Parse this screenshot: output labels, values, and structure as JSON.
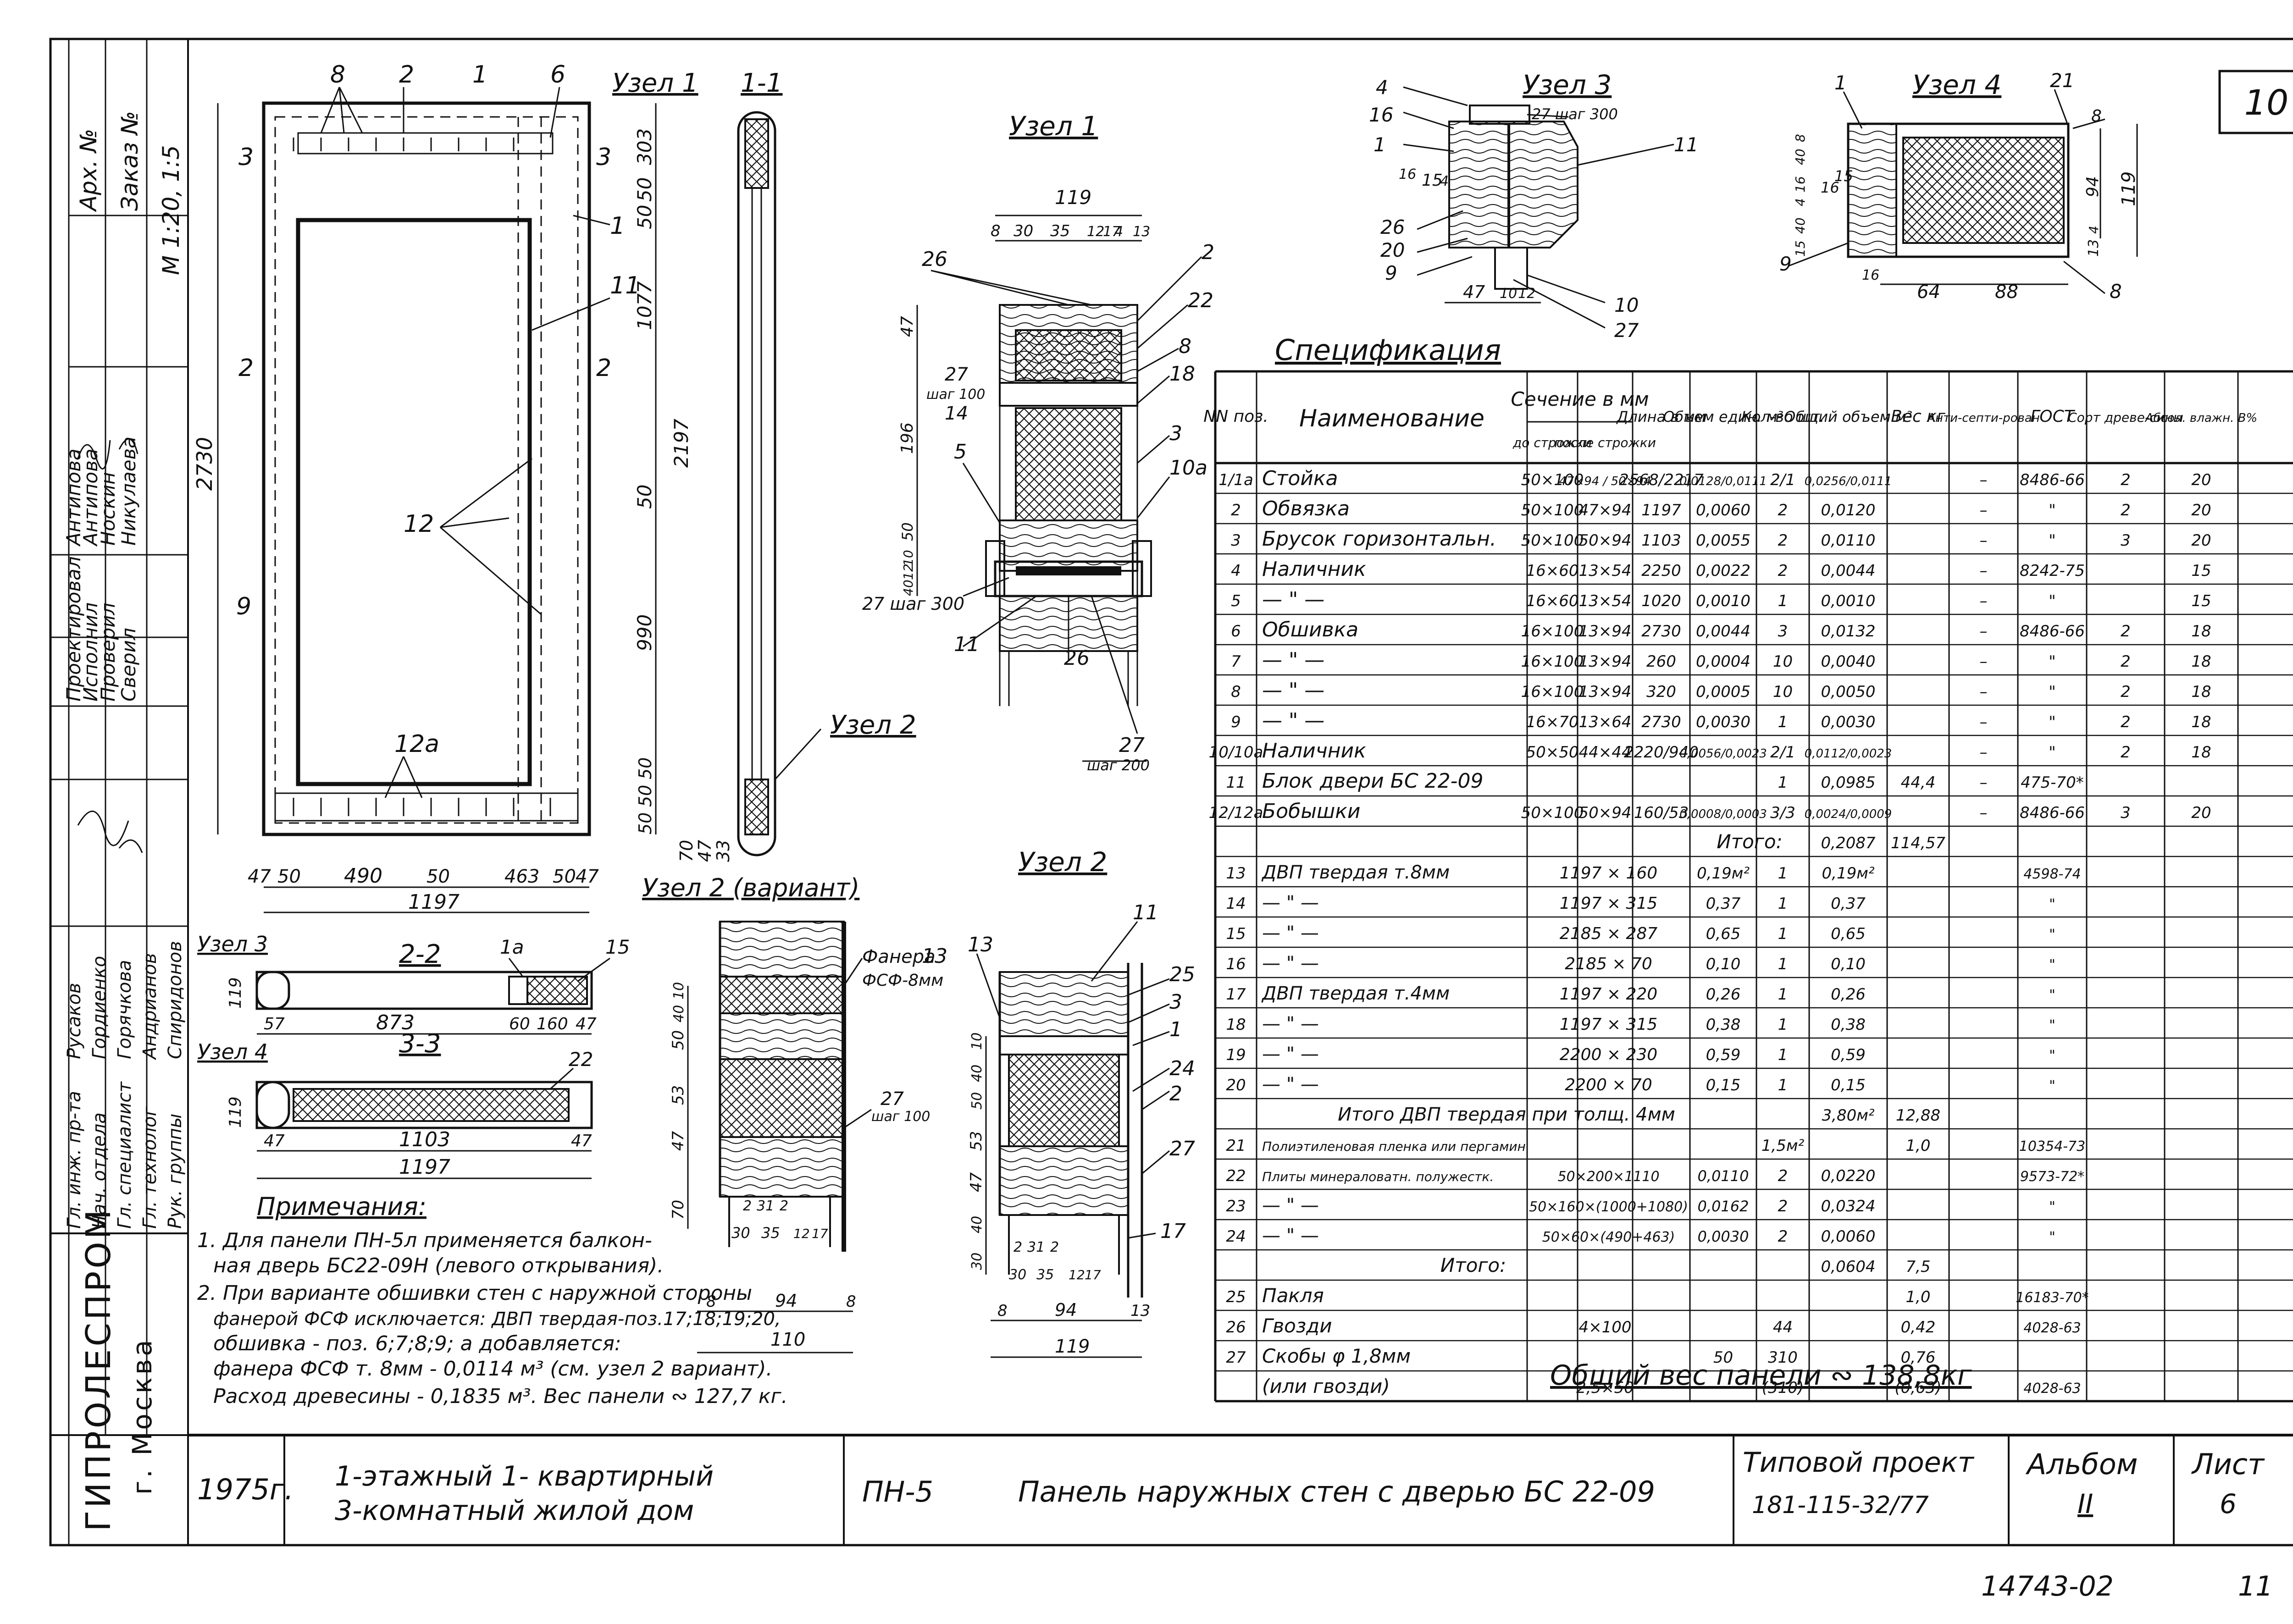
{
  "sheet": {
    "page_number": "10",
    "bottom_code": "14743-02",
    "bottom_page": "11"
  },
  "stamp": {
    "labels": [
      "Арх. №",
      "Заказ №",
      "М 1:20, 1:5"
    ],
    "roles": [
      "Проектировал",
      "Исполнил",
      "Проверил",
      "Сверил"
    ],
    "names": [
      "Антипова",
      "Антипова",
      "Носкин",
      "Никулаева"
    ],
    "staff_roles": [
      "Рук. группы",
      "Гл. технолог",
      "Гл. специалист",
      "Нач. отдела",
      "Гл. инж. пр-та"
    ],
    "staff_names": [
      "Спиридонов",
      "Андрианов",
      "Горячкова",
      "Гордиенко",
      "Русаков"
    ],
    "org": "ГИПРОЛЕСПРОМ",
    "city": "г. Москва"
  },
  "elevation": {
    "labels": [
      "8",
      "2",
      "1",
      "6",
      "3",
      "3",
      "2",
      "2",
      "1",
      "11",
      "12",
      "9",
      "12а"
    ],
    "vert_dims": [
      "2730",
      "303",
      "50",
      "50",
      "1077",
      "2197",
      "50",
      "990",
      "50",
      "50",
      "50",
      "70",
      "47",
      "33"
    ],
    "horiz_dims": [
      "47",
      "50",
      "490",
      "50",
      "463",
      "50",
      "47",
      "1197"
    ]
  },
  "section_titles": {
    "uzel1_small": "Узел 1",
    "section11": "1-1",
    "uzel2_small": "Узел 2",
    "uzel1": "Узел 1",
    "uzel2": "Узел 2",
    "uzel2_var": "Узел 2 (вариант)",
    "uzel3": "Узел 3",
    "uzel4": "Узел 4",
    "section22": "2-2",
    "section33": "3-3",
    "uzel3_ref": "Узел 3",
    "uzel4_ref": "Узел 4"
  },
  "section22": {
    "dims": [
      "119",
      "57",
      "873",
      "60",
      "160",
      "47"
    ],
    "labels": [
      "1а",
      "15"
    ]
  },
  "section33": {
    "dims": [
      "119",
      "47",
      "1103",
      "47",
      "1197"
    ],
    "labels": [
      "22"
    ]
  },
  "uzel1": {
    "dims": [
      "119",
      "8",
      "30",
      "35",
      "12",
      "17",
      "4",
      "13",
      "47",
      "196",
      "50",
      "10",
      "12",
      "40"
    ],
    "labels": [
      "26",
      "2",
      "22",
      "8",
      "18",
      "3",
      "10а",
      "5",
      "27",
      "шаг 100",
      "14",
      "27 шаг 300",
      "11",
      "26",
      "27",
      "шаг 200"
    ]
  },
  "uzel2var": {
    "labels": [
      "13",
      "Фанера",
      "ФСФ-8мм",
      "27",
      "шаг 100"
    ],
    "dims": [
      "10",
      "50",
      "40",
      "53",
      "47",
      "70",
      "2",
      "31",
      "2",
      "30",
      "35",
      "12",
      "17",
      "8",
      "94",
      "8",
      "110"
    ]
  },
  "uzel2": {
    "labels": [
      "11",
      "25",
      "3",
      "1",
      "24",
      "2",
      "27",
      "17"
    ],
    "dims": [
      "10",
      "40",
      "50",
      "53",
      "47",
      "40",
      "30",
      "2",
      "31",
      "2",
      "30",
      "35",
      "12",
      "17",
      "8",
      "94",
      "13",
      "119"
    ]
  },
  "uzel3": {
    "labels": [
      "4",
      "16",
      "1",
      "15",
      "26",
      "20",
      "9",
      "27 шаг 300",
      "11",
      "10",
      "27"
    ],
    "dims": [
      "16",
      "4",
      "47",
      "10",
      "12"
    ]
  },
  "uzel4": {
    "labels": [
      "1",
      "21",
      "8",
      "16",
      "15",
      "9",
      "8"
    ],
    "dims": [
      "8",
      "40",
      "16",
      "4",
      "40",
      "15",
      "16",
      "64",
      "88",
      "119",
      "94",
      "13",
      "4"
    ]
  },
  "spec": {
    "title": "Спецификация",
    "headers": {
      "pos": "NN поз.",
      "name": "Наименование",
      "section": "Сечение в мм",
      "before": "до строжки",
      "after": "после строжки",
      "length": "Длина в мм",
      "unit_vol": "Объем един. м³",
      "qty": "Кол-во шт.",
      "total_vol": "Общий объем м³",
      "weight": "Вес кг",
      "antisep": "Анти-септи-рован",
      "gost": "ГОСТ",
      "grade": "Сорт древе-сины",
      "moist": "Абсол. влажн. В%"
    },
    "rows": [
      [
        "1/1а",
        "Стойка",
        "50×100",
        "47×94 / 50×94",
        "2568/2217",
        "0,0128/0,0111",
        "2/1",
        "0,0256/0,0111",
        "",
        "–",
        "8486-66",
        "2",
        "20"
      ],
      [
        "2",
        "Обвязка",
        "50×100",
        "47×94",
        "1197",
        "0,0060",
        "2",
        "0,0120",
        "",
        "–",
        "\"",
        "2",
        "20"
      ],
      [
        "3",
        "Брусок горизонтальн.",
        "50×100",
        "50×94",
        "1103",
        "0,0055",
        "2",
        "0,0110",
        "",
        "–",
        "\"",
        "3",
        "20"
      ],
      [
        "4",
        "Наличник",
        "16×60",
        "13×54",
        "2250",
        "0,0022",
        "2",
        "0,0044",
        "",
        "–",
        "8242-75",
        "",
        "15"
      ],
      [
        "5",
        "— \" —",
        "16×60",
        "13×54",
        "1020",
        "0,0010",
        "1",
        "0,0010",
        "",
        "–",
        "\"",
        "",
        "15"
      ],
      [
        "6",
        "Обшивка",
        "16×100",
        "13×94",
        "2730",
        "0,0044",
        "3",
        "0,0132",
        "",
        "–",
        "8486-66",
        "2",
        "18"
      ],
      [
        "7",
        "— \" —",
        "16×100",
        "13×94",
        "260",
        "0,0004",
        "10",
        "0,0040",
        "",
        "–",
        "\"",
        "2",
        "18"
      ],
      [
        "8",
        "— \" —",
        "16×100",
        "13×94",
        "320",
        "0,0005",
        "10",
        "0,0050",
        "",
        "–",
        "\"",
        "2",
        "18"
      ],
      [
        "9",
        "— \" —",
        "16×70",
        "13×64",
        "2730",
        "0,0030",
        "1",
        "0,0030",
        "",
        "–",
        "\"",
        "2",
        "18"
      ],
      [
        "10/10а",
        "Наличник",
        "50×50",
        "44×44",
        "2220/940",
        "0,0056/0,0023",
        "2/1",
        "0,0112/0,0023",
        "",
        "–",
        "\"",
        "2",
        "18"
      ],
      [
        "11",
        "Блок двери БС 22-09",
        "",
        "",
        "",
        "",
        "1",
        "0,0985",
        "44,4",
        "–",
        "475-70*",
        "",
        ""
      ],
      [
        "12/12а",
        "Бобышки",
        "50×100",
        "50×94",
        "160/53",
        "0,0008/0,0003",
        "3/3",
        "0,0024/0,0009",
        "",
        "–",
        "8486-66",
        "3",
        "20"
      ]
    ],
    "subtotal1_label": "Итого:",
    "subtotal1_vol": "0,2087",
    "subtotal1_weight": "114,57",
    "dvp_rows": [
      [
        "13",
        "ДВП твердая т.8мм",
        "1197 × 160",
        "0,19м²",
        "1",
        "0,19м²",
        "",
        "4598-74"
      ],
      [
        "14",
        "— \" —",
        "1197 × 315",
        "0,37",
        "1",
        "0,37",
        "",
        "\""
      ],
      [
        "15",
        "— \" —",
        "2185 × 287",
        "0,65",
        "1",
        "0,65",
        "",
        "\""
      ],
      [
        "16",
        "— \" —",
        "2185 × 70",
        "0,10",
        "1",
        "0,10",
        "",
        "\""
      ],
      [
        "17",
        "ДВП твердая т.4мм",
        "1197 × 220",
        "0,26",
        "1",
        "0,26",
        "",
        "\""
      ],
      [
        "18",
        "— \" —",
        "1197 × 315",
        "0,38",
        "1",
        "0,38",
        "",
        "\""
      ],
      [
        "19",
        "— \" —",
        "2200 × 230",
        "0,59",
        "1",
        "0,59",
        "",
        "\""
      ],
      [
        "20",
        "— \" —",
        "2200 × 70",
        "0,15",
        "1",
        "0,15",
        "",
        "\""
      ]
    ],
    "subtotal2_label": "Итого ДВП твердая при толщ. 4мм",
    "subtotal2_vol": "3,80м²",
    "subtotal2_weight": "12,88",
    "misc_rows": [
      [
        "21",
        "Полиэтиленовая пленка или пергамин",
        "",
        "",
        "1,5м²",
        "",
        "1,0",
        "10354-73"
      ],
      [
        "22",
        "Плиты минераловатн. полужестк.",
        "50×200×1110",
        "0,0110",
        "2",
        "0,0220",
        "",
        "9573-72*"
      ],
      [
        "23",
        "— \" —",
        "50×160×(1000+1080)",
        "0,0162",
        "2",
        "0,0324",
        "",
        "\""
      ],
      [
        "24",
        "— \" —",
        "50×60×(490+463)",
        "0,0030",
        "2",
        "0,0060",
        "",
        "\""
      ]
    ],
    "subtotal3_label": "Итого:",
    "subtotal3_vol": "0,0604",
    "subtotal3_weight": "7,5",
    "hw_rows": [
      [
        "25",
        "Пакля",
        "",
        "",
        "",
        "1,0",
        "16183-70*"
      ],
      [
        "26",
        "Гвозди",
        "4×100",
        "",
        "44",
        "0,42",
        "4028-63"
      ],
      [
        "27",
        "Скобы φ 1,8мм",
        "",
        "50",
        "310",
        "0,76",
        ""
      ],
      [
        "",
        "(или гвозди)",
        "2,5×50",
        "",
        "(310)",
        "(0,63)",
        "4028-63"
      ]
    ],
    "total_weight": "Общий вес панели ∾ 138,8кг"
  },
  "notes": {
    "title": "Примечания:",
    "lines": [
      "1. Для панели ПН-5л применяется балкон-",
      "ная дверь БС22-09Н (левого открывания).",
      "2. При варианте обшивки стен с наружной стороны",
      "фанерой ФСФ исключается: ДВП твердая-поз.17;18;19;20,",
      "обшивка - поз. 6;7;8;9; а добавляется:",
      "фанера ФСФ т. 8мм - 0,0114 м³ (см. узел 2 вариант).",
      "Расход древесины - 0,1835 м³. Вес панели ∾ 127,7 кг."
    ]
  },
  "title_block": {
    "year": "1975г.",
    "project_line1": "1-этажный  1- квартирный",
    "project_line2": "3-комнатный  жилой дом",
    "code": "ПН-5",
    "description": "Панель наружных стен с дверью БС 22-09",
    "typical_label": "Типовой проект",
    "typical_number": "181-115-32/77",
    "album_label": "Альбом",
    "album_value": "II",
    "sheet_label": "Лист",
    "sheet_value": "6"
  }
}
